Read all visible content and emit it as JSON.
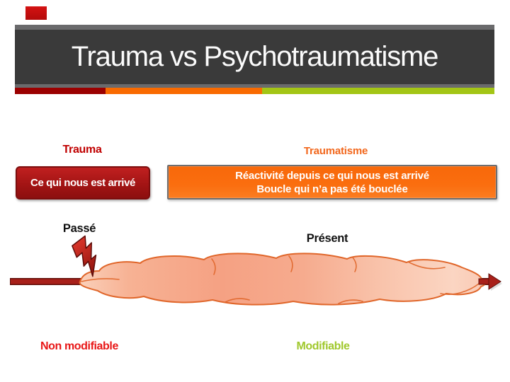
{
  "slide": {
    "title": "Trauma vs Psychotraumatisme",
    "theme": {
      "band_dark": "#3a3a3a",
      "band_gray": "#6a6a6c",
      "stripe_red": "#9b0000",
      "stripe_orange": "#f96a00",
      "stripe_green": "#a3c515"
    },
    "trauma": {
      "label": "Trauma",
      "label_color": "#c00000",
      "box_text": "Ce qui nous est arrivé",
      "box_color": "#a31414"
    },
    "traumatisme": {
      "label": "Traumatisme",
      "label_color": "#f2671c",
      "box_line1": "Réactivité depuis ce qui nous est arrivé",
      "box_line2": "Boucle qui n’a pas été bouclée",
      "box_color": "#fa6e0f"
    },
    "timeline": {
      "past_label": "Passé",
      "present_label": "Présent",
      "arrow_color": "#a8201a",
      "cloud_fill": "#f5a585",
      "cloud_outline": "#e0662a",
      "non_modifiable_label": "Non modifiable",
      "non_modifiable_color": "#e81717",
      "modifiable_label": "Modifiable",
      "modifiable_color": "#a0c82d"
    }
  }
}
